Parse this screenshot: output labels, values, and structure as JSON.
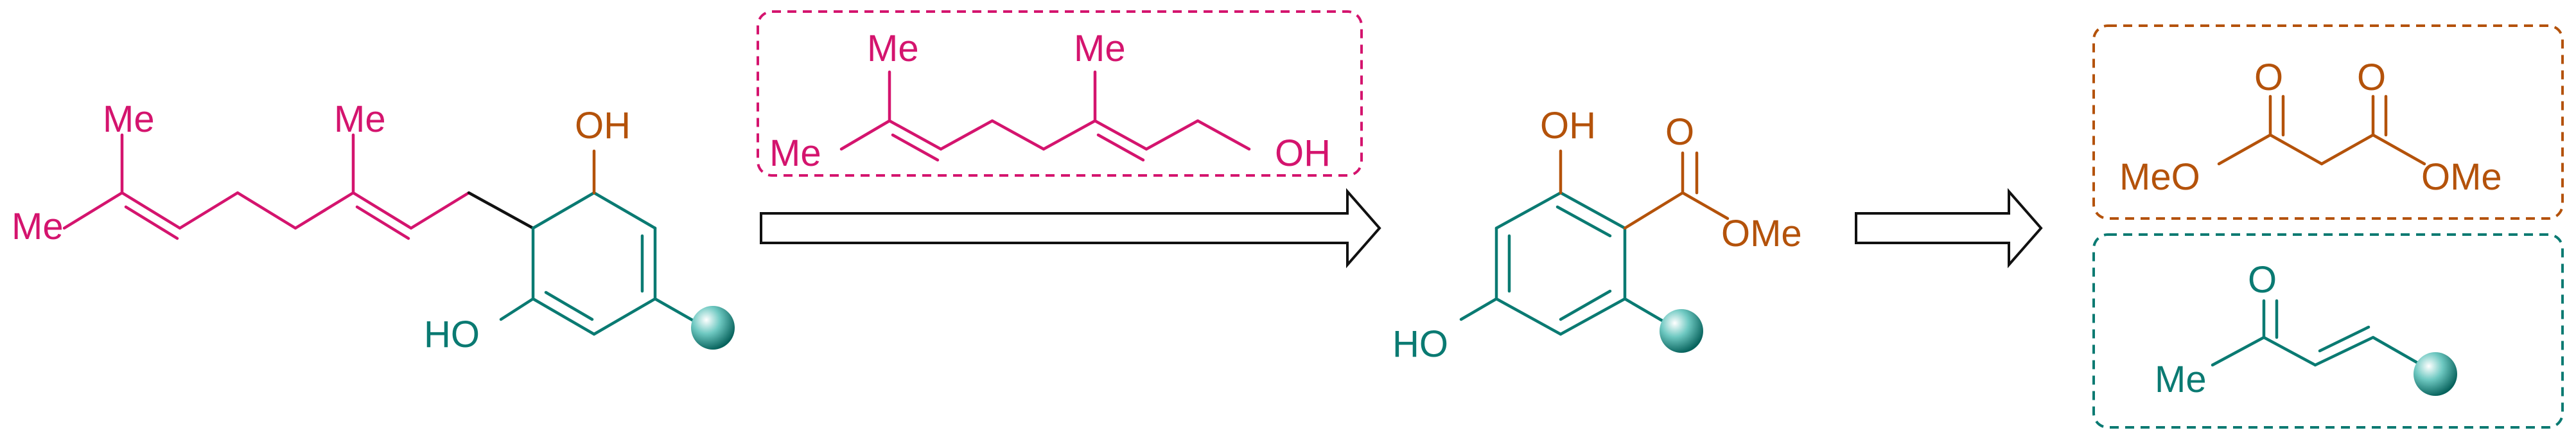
{
  "colors": {
    "terpene": "#d4146e",
    "aromatic": "#0a7a72",
    "ester": "#b4520a",
    "bond": "#111111"
  },
  "compound_1": {
    "me_a": "Me",
    "me_b": "Me",
    "me_c": "Me",
    "oh_top": "OH",
    "ho_left": "HO"
  },
  "geraniol": {
    "me_a": "Me",
    "me_b": "Me",
    "me_c": "Me",
    "oh": "OH"
  },
  "compound_2": {
    "oh": "OH",
    "o_carbonyl": "O",
    "ome": "OMe",
    "ho": "HO"
  },
  "malonate": {
    "o_left": "O",
    "o_right": "O",
    "meo": "MeO",
    "ome": "OMe"
  },
  "enone": {
    "o": "O",
    "me": "Me"
  },
  "icons": {
    "substituent": "teal-sphere-icon",
    "retro_arrow": "retrosynthesis-arrow-icon"
  }
}
